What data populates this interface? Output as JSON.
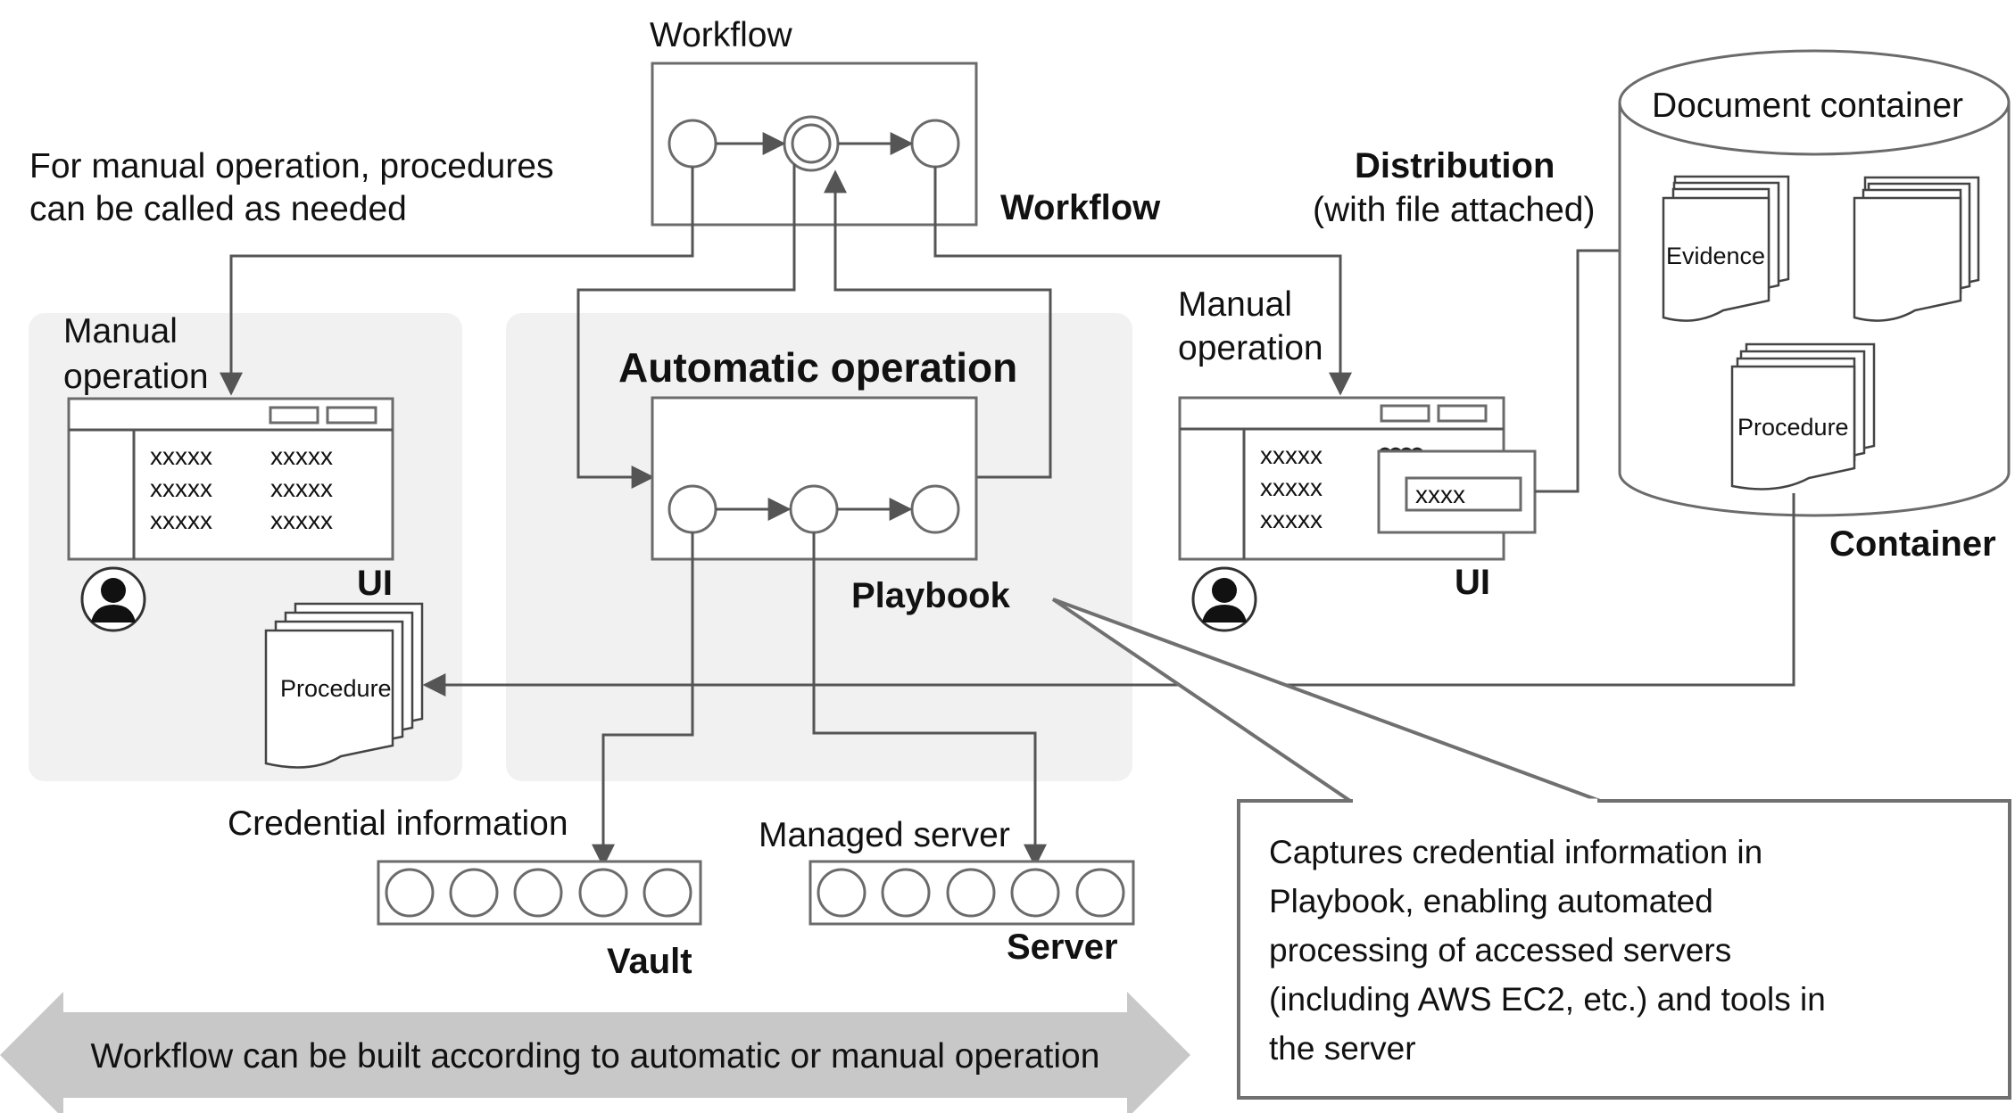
{
  "labels": {
    "workflow_top": "Workflow",
    "workflow_bold": "Workflow",
    "manual_note_line1": "For manual operation, procedures",
    "manual_note_line2": "can be called as needed",
    "manual_operation_left_line1": "Manual",
    "manual_operation_left_line2": "operation",
    "manual_operation_right_line1": "Manual",
    "manual_operation_right_line2": "operation",
    "automatic_operation": "Automatic operation",
    "playbook": "Playbook",
    "ui_left": "UI",
    "ui_right": "UI",
    "distribution_line1": "Distribution",
    "distribution_line2": "(with file attached)",
    "document_container": "Document container",
    "container": "Container",
    "evidence": "Evidence",
    "procedure_container": "Procedure",
    "procedure_left": "Procedure",
    "credential_information": "Credential information",
    "vault": "Vault",
    "managed_server": "Managed server",
    "server": "Server",
    "bottom_banner": "Workflow can be built according to automatic or manual operation",
    "popup_value": "xxxx",
    "callout_line1": "Captures credential information in",
    "callout_line2": "Playbook, enabling automated",
    "callout_line3": "processing of accessed servers",
    "callout_line4": "(including AWS EC2, etc.) and tools in",
    "callout_line5": "the server"
  },
  "ui_left_cells": [
    [
      "xxxxx",
      "xxxxx"
    ],
    [
      "xxxxx",
      "xxxxx"
    ],
    [
      "xxxxx",
      "xxxxx"
    ]
  ],
  "ui_right_cells": [
    "xxxxx",
    "xxxxx",
    "xxxxx"
  ],
  "icons": {
    "user_left": "user-icon",
    "user_right": "user-icon"
  },
  "colors": {
    "panel": "#f1f1f1",
    "line": "#555555",
    "banner": "#c8c8c8"
  }
}
